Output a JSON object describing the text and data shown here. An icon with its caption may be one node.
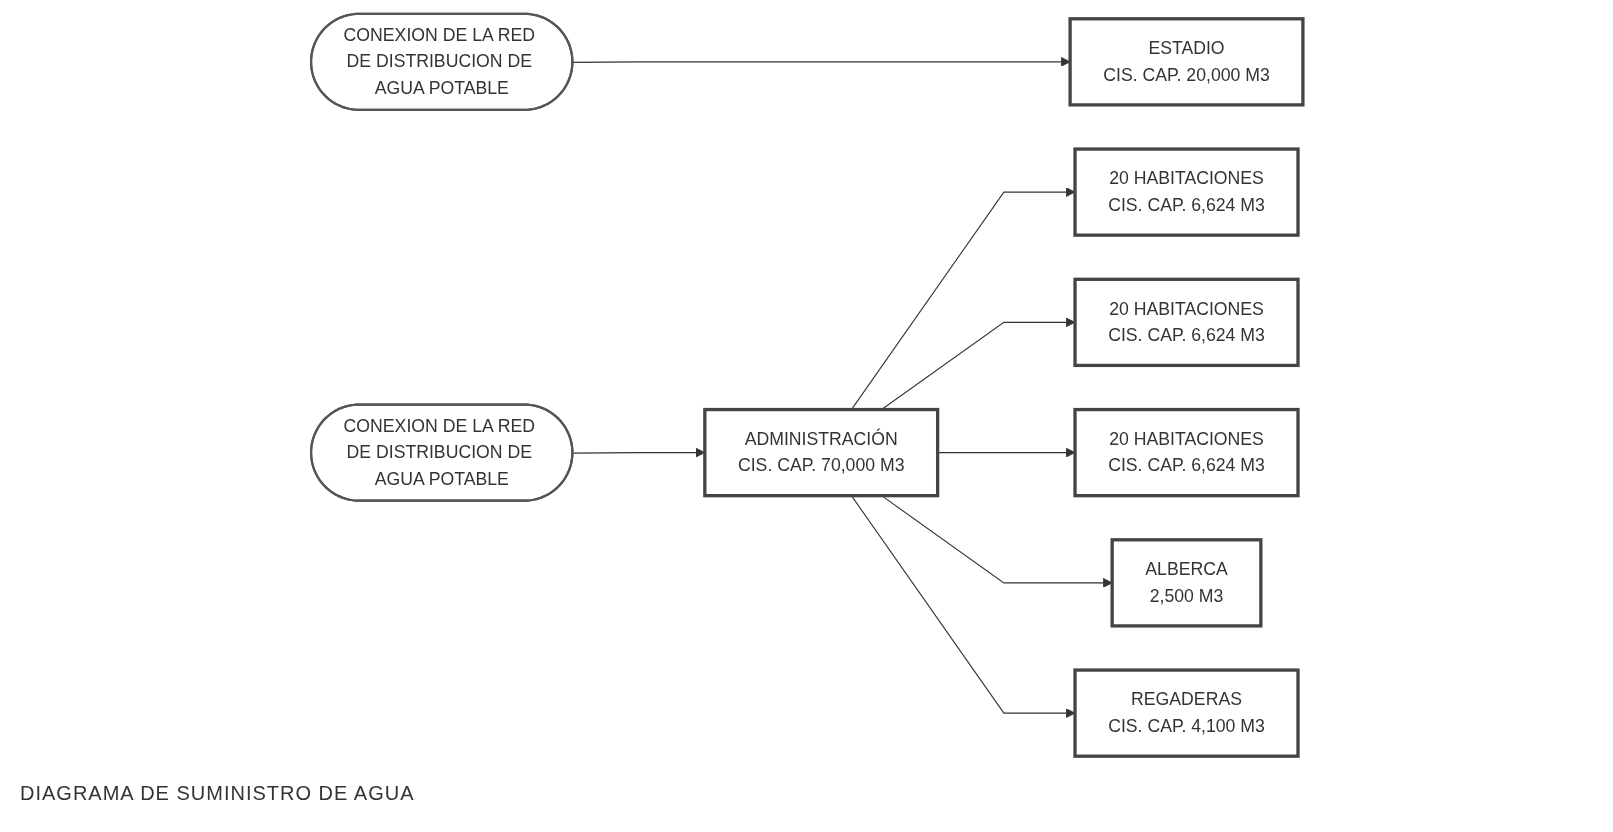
{
  "diagram": {
    "title": "DIAGRAMA DE SUMINISTRO DE AGUA",
    "nodes": [
      {
        "text": [
          "CONEXION DE LA RED DE DISTRIBUCION DE AGUA POTABLE"
        ]
      },
      {
        "text": [
          "ESTADIO",
          "CIS. CAP. 20,000 M3"
        ]
      },
      {
        "text": [
          "CONEXION DE LA RED DE DISTRIBUCION DE AGUA POTABLE"
        ]
      },
      {
        "text": [
          "ADMINISTRACIÓN",
          "CIS. CAP. 70,000 M3"
        ]
      },
      {
        "text": [
          "20 HABITACIONES",
          "CIS. CAP. 6,624 M3"
        ]
      },
      {
        "text": [
          "20 HABITACIONES",
          "CIS. CAP. 6,624 M3"
        ]
      },
      {
        "text": [
          "20 HABITACIONES",
          "CIS. CAP. 6,624 M3"
        ]
      },
      {
        "text": [
          "ALBERCA",
          "2,500 M3"
        ]
      },
      {
        "text": [
          "REGADERAS",
          "CIS. CAP. 4,100 M3"
        ]
      }
    ],
    "edges": [
      {
        "from": 0,
        "to": 1,
        "arrow": "to"
      },
      {
        "from": 2,
        "to": 3,
        "arrow": "to"
      },
      {
        "from": 3,
        "to": 4,
        "arrow": "to"
      },
      {
        "from": 3,
        "to": 5,
        "arrow": "to"
      },
      {
        "from": 3,
        "to": 6,
        "arrow": "to"
      },
      {
        "from": 3,
        "to": 7,
        "arrow": "to"
      },
      {
        "from": 3,
        "to": 8,
        "arrow": "to"
      }
    ]
  }
}
